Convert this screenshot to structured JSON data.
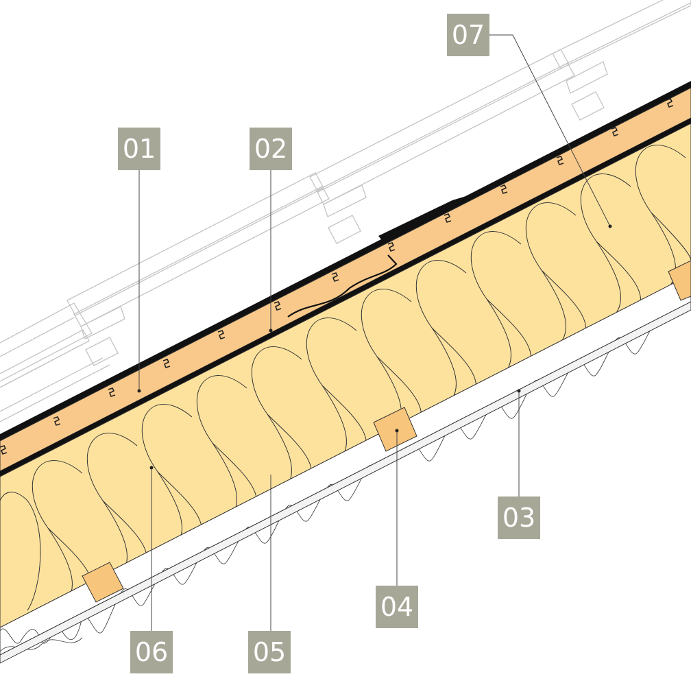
{
  "callouts": {
    "c01": "01",
    "c02": "02",
    "c03": "03",
    "c04": "04",
    "c05": "05",
    "c06": "06",
    "c07": "07"
  },
  "colors": {
    "wood_board": "#f8c98a",
    "insulation_fill": "#fde29e",
    "inner_board": "#f3f3f3",
    "batten": "#f7c57c",
    "membrane": "#111111",
    "outline": "#333333",
    "tile_outline": "#bfbfbf",
    "callout_bg": "#a7a798",
    "callout_text": "#ffffff"
  }
}
